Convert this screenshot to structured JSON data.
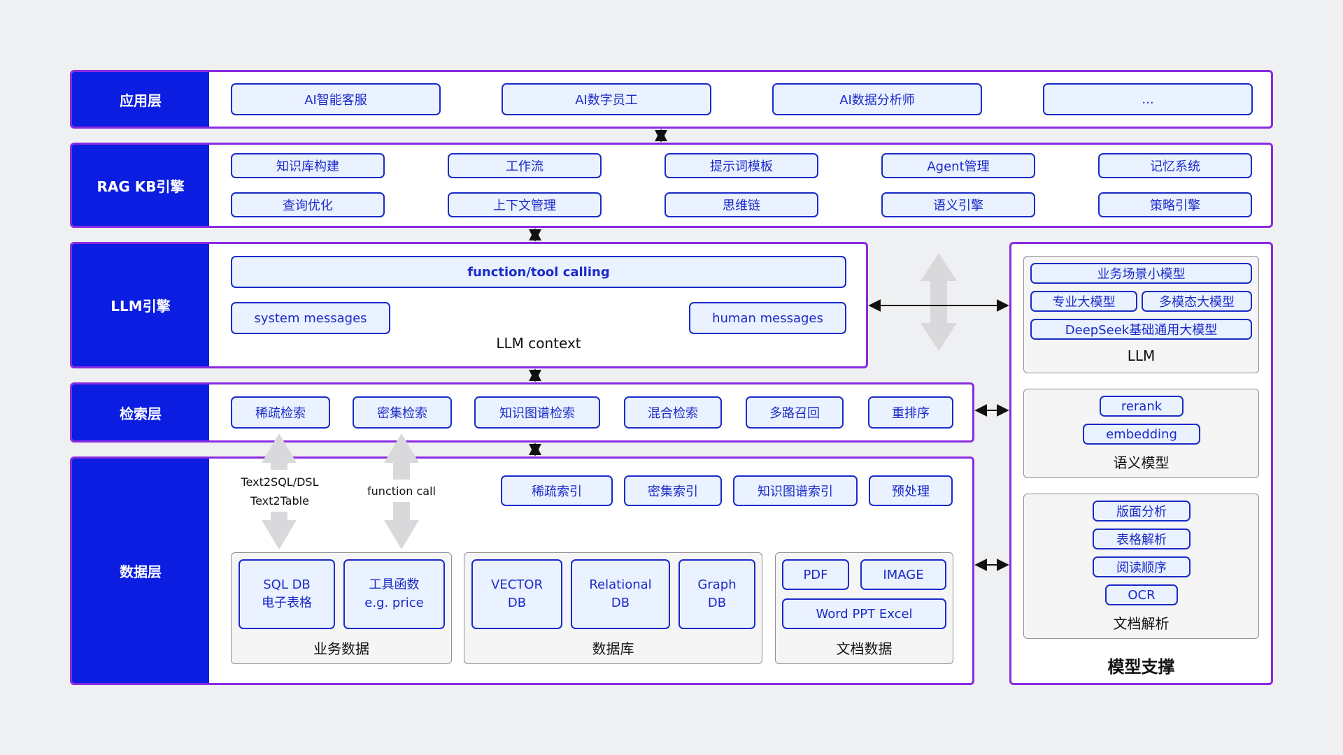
{
  "application_layer": {
    "label": "应用层",
    "items": [
      "AI智能客服",
      "AI数字员工",
      "AI数据分析师",
      "..."
    ]
  },
  "rag_layer": {
    "label": "RAG KB引擎",
    "row1": [
      "知识库构建",
      "工作流",
      "提示词模板",
      "Agent管理",
      "记忆系统"
    ],
    "row2": [
      "查询优化",
      "上下文管理",
      "思维链",
      "语义引擎",
      "策略引擎"
    ]
  },
  "llm_layer": {
    "label": "LLM引擎",
    "function_call": "function/tool calling",
    "system_messages": "system messages",
    "human_messages": "human messages",
    "context_label": "LLM context"
  },
  "retrieval_layer": {
    "label": "检索层",
    "items": [
      "稀疏检索",
      "密集检索",
      "知识图谱检索",
      "混合检索",
      "多路召回",
      "重排序"
    ]
  },
  "data_layer": {
    "label": "数据层",
    "text2sql": [
      "Text2SQL/DSL",
      "Text2Table"
    ],
    "function_call": "function call",
    "indexes": [
      "稀疏索引",
      "密集索引",
      "知识图谱索引",
      "预处理"
    ],
    "business": {
      "label": "业务数据",
      "sql_db": [
        "SQL DB",
        "电子表格"
      ],
      "tools": [
        "工具函数",
        "e.g. price"
      ]
    },
    "database": {
      "label": "数据库",
      "vector": [
        "VECTOR",
        "DB"
      ],
      "relational": [
        "Relational",
        "DB"
      ],
      "graph": [
        "Graph",
        "DB"
      ]
    },
    "documents": {
      "label": "文档数据",
      "pdf": "PDF",
      "image": "IMAGE",
      "office": "Word PPT Excel"
    }
  },
  "model_support": {
    "title": "模型支撑",
    "llm": {
      "label": "LLM",
      "items": [
        "业务场景小模型",
        "专业大模型",
        "多模态大模型",
        "DeepSeek基础通用大模型"
      ]
    },
    "semantic": {
      "label": "语义模型",
      "items": [
        "rerank",
        "embedding"
      ]
    },
    "doc_parse": {
      "label": "文档解析",
      "items": [
        "版面分析",
        "表格解析",
        "阅读顺序",
        "OCR"
      ]
    }
  },
  "colors": {
    "label_bg": "#0a1de0",
    "layer_border": "#8a2be2",
    "pill_border": "#1a2bc8",
    "pill_fill": "#eaf1ff"
  }
}
